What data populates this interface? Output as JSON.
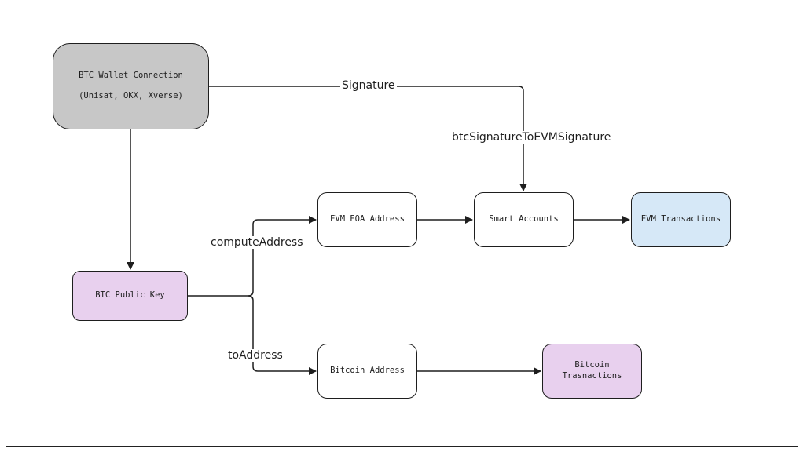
{
  "nodes": {
    "wallet": {
      "line1": "BTC Wallet Connection",
      "line2": "(Unisat, OKX, Xverse)",
      "fill": "#c7c7c7"
    },
    "pubkey": {
      "label": "BTC Public Key",
      "fill": "#e8d0ee"
    },
    "evm_eoa": {
      "label": "EVM EOA Address",
      "fill": "#ffffff"
    },
    "smart_accounts": {
      "label": "Smart Accounts",
      "fill": "#ffffff"
    },
    "evm_transactions": {
      "label": "EVM Transactions",
      "fill": "#d6e8f7"
    },
    "bitcoin_address": {
      "label": "Bitcoin Address",
      "fill": "#ffffff"
    },
    "bitcoin_transactions": {
      "line1": "Bitcoin",
      "line2": "Trasnactions",
      "fill": "#e8d0ee"
    }
  },
  "edges": {
    "signature": "Signature",
    "btc_to_evm_signature": "btcSignatureToEVMSignature",
    "compute_address": "computeAddress",
    "to_address": "toAddress"
  }
}
